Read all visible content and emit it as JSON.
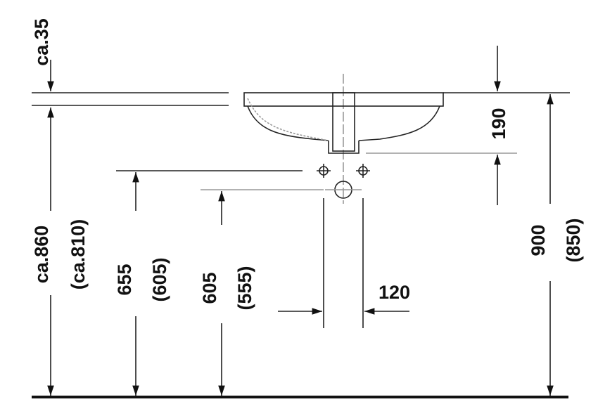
{
  "drawing": {
    "labels": {
      "top_clearance": "ca.35",
      "rim_height": "ca.860",
      "rim_height_alt": "(ca.810)",
      "tap_height": "655",
      "tap_height_alt": "(605)",
      "waste_height": "605",
      "waste_height_alt": "(555)",
      "waste_width": "120",
      "bowl_depth": "190",
      "total_height": "900",
      "total_height_alt": "(850)"
    }
  }
}
